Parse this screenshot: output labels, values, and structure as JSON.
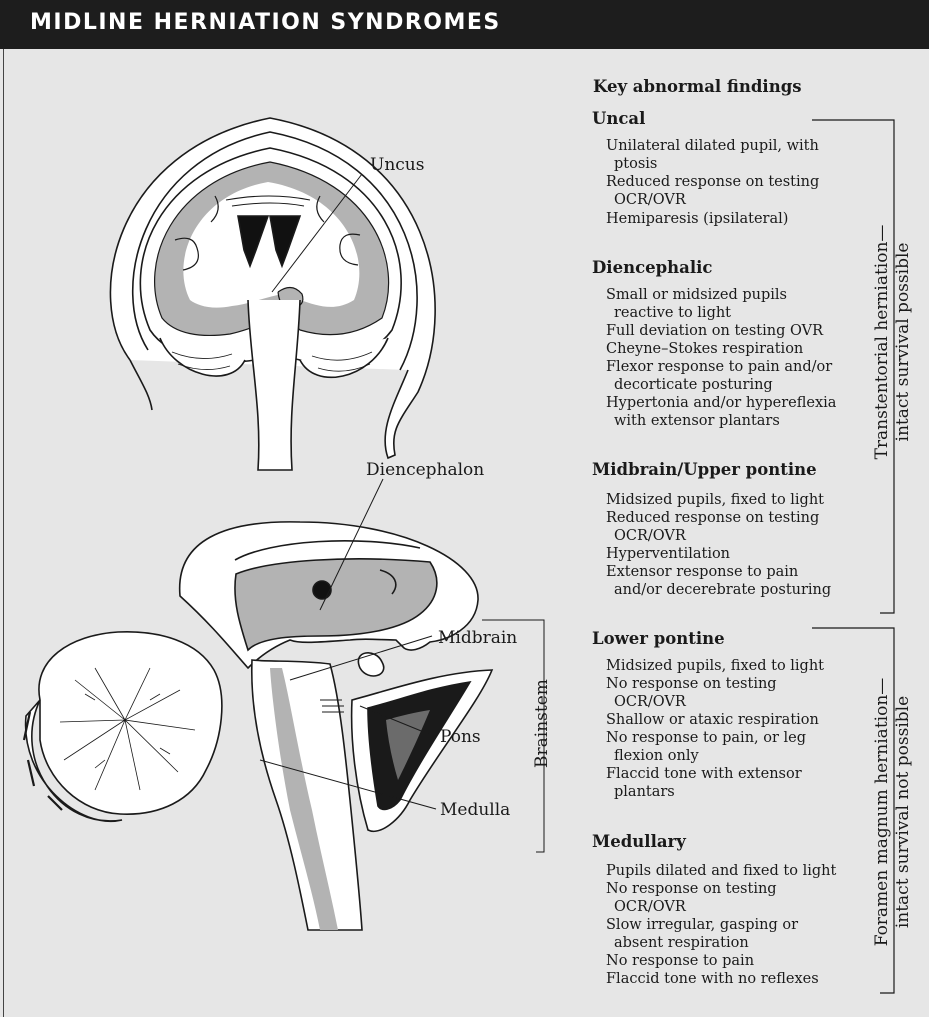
{
  "header": {
    "title": "MIDLINE HERNIATION SYNDROMES"
  },
  "labels": {
    "uncus": "Uncus",
    "diencephalon": "Diencephalon",
    "midbrain": "Midbrain",
    "pons": "Pons",
    "medulla": "Medulla",
    "brainstem": "Brainstem"
  },
  "findings": {
    "title": "Key abnormal findings",
    "sections": [
      {
        "heading": "Uncal",
        "lines": [
          "Unilateral dilated pupil, with",
          "ptosis",
          "Reduced response on testing",
          "OCR/OVR",
          "Hemiparesis (ipsilateral)"
        ]
      },
      {
        "heading": "Diencephalic",
        "lines": [
          "Small or midsized pupils",
          "reactive to light",
          "Full deviation on testing OVR",
          "Cheyne–Stokes respiration",
          "Flexor response to pain and/or",
          "decorticate posturing",
          "Hypertonia and/or hypereflexia",
          "with extensor plantars"
        ]
      },
      {
        "heading": "Midbrain/Upper pontine",
        "lines": [
          "Midsized pupils, fixed to light",
          "Reduced response on testing",
          "OCR/OVR",
          "Hyperventilation",
          "Extensor response to pain",
          "and/or decerebrate posturing"
        ]
      },
      {
        "heading": "Lower pontine",
        "lines": [
          "Midsized pupils, fixed to light",
          "No response on testing",
          "OCR/OVR",
          "Shallow or ataxic respiration",
          "No response to pain, or leg",
          "flexion only",
          "Flaccid tone with extensor",
          "plantars"
        ]
      },
      {
        "heading": "Medullary",
        "lines": [
          "Pupils dilated and fixed to light",
          "No response on testing",
          "OCR/OVR",
          "Slow irregular, gasping or",
          "absent respiration",
          "No response to pain",
          "Flaccid tone with no reflexes"
        ]
      }
    ]
  },
  "brackets": {
    "transtentorial": [
      "Transtentorial herniation—",
      "intact survival possible"
    ],
    "foramen": [
      "Foramen magnum herniation—",
      "intact survival not possible"
    ]
  }
}
